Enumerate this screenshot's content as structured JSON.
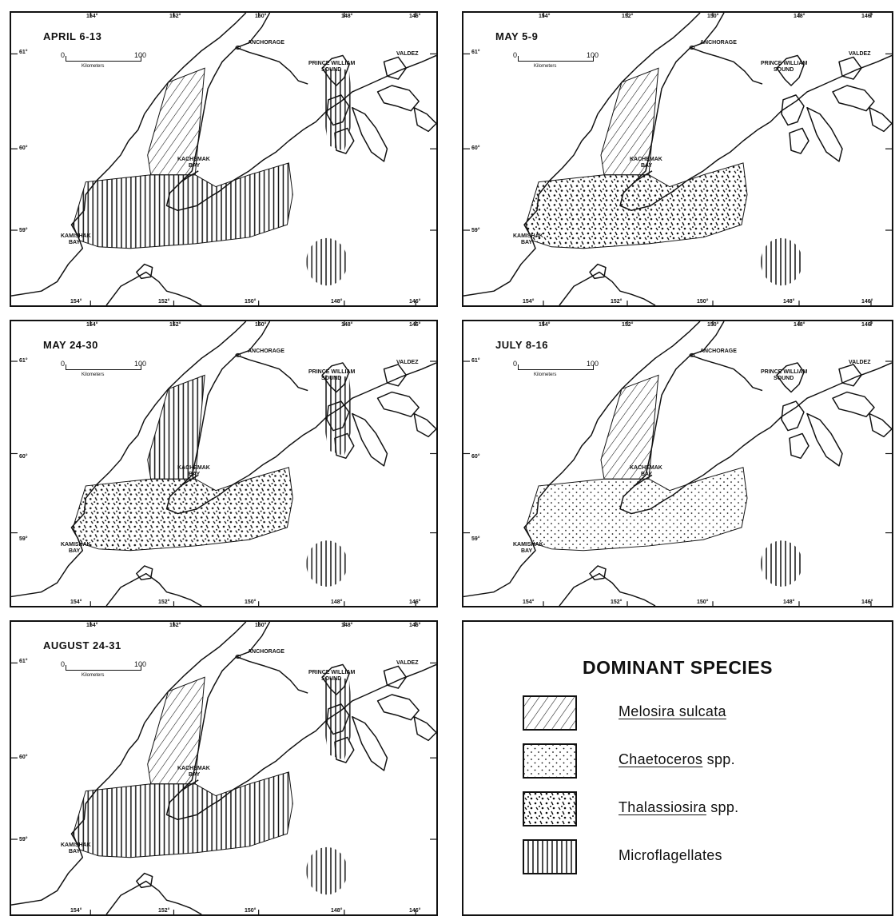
{
  "maps": [
    {
      "title": "APRIL 6-13",
      "pattern": "pat-micro",
      "main": "pat-micro",
      "upper": "pat-melosira",
      "sound": "pat-micro",
      "circle": "pat-micro"
    },
    {
      "title": "MAY 5-9",
      "pattern": "pat-thal",
      "main": "pat-thal",
      "upper": "pat-melosira",
      "sound": "",
      "circle": "pat-micro"
    },
    {
      "title": "MAY 24-30",
      "pattern": "pat-thal",
      "main": "pat-thal",
      "upper": "pat-micro",
      "sound": "pat-micro",
      "circle": "pat-micro"
    },
    {
      "title": "JULY 8-16",
      "pattern": "pat-chaet",
      "main": "pat-chaet",
      "upper": "pat-melosira",
      "sound": "",
      "circle": "pat-micro"
    },
    {
      "title": "AUGUST 24-31",
      "pattern": "pat-micro",
      "main": "pat-micro",
      "upper": "pat-melosira",
      "sound": "pat-micro",
      "circle": "pat-micro"
    }
  ],
  "map_labels": {
    "scale_zero": "0",
    "scale_hundred": "100",
    "scale_unit": "Kilometers",
    "anchorage": "ANCHORAGE",
    "valdez": "VALDEZ",
    "prince_william_1": "PRINCE WILLIAM",
    "prince_william_2": "SOUND",
    "kachemak_1": "KACHEMAK",
    "kachemak_2": "BAY",
    "kamishak_1": "KAMISHAK",
    "kamishak_2": "BAY",
    "lon_154": "154°",
    "lon_152": "152°",
    "lon_150": "150°",
    "lon_148": "148°",
    "lon_146": "146°",
    "lat_61": "61°",
    "lat_60": "60°",
    "lat_59": "59°"
  },
  "legend": {
    "title": "DOMINANT SPECIES",
    "items": [
      {
        "genus": "Melosira sulcata",
        "suffix": "",
        "pattern": "pat-melosira"
      },
      {
        "genus": "Chaetoceros",
        "suffix": " spp.",
        "pattern": "pat-chaet"
      },
      {
        "genus": "Thalassiosira",
        "suffix": " spp.",
        "pattern": "pat-thal"
      },
      {
        "genus": "",
        "suffix": "Microflagellates",
        "pattern": "pat-micro"
      }
    ]
  }
}
